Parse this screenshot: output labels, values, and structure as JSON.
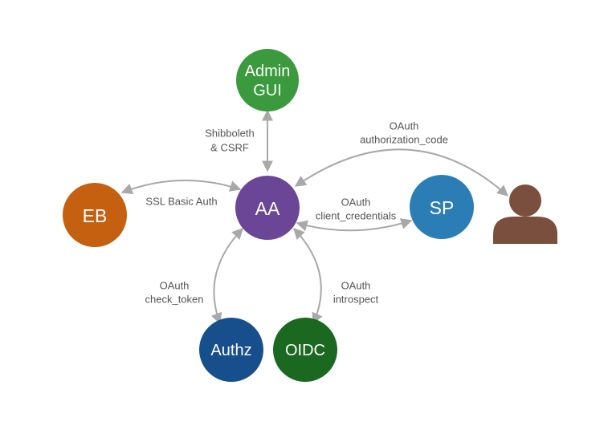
{
  "colors": {
    "edge": "#a8a8a8",
    "edge_label": "#555555",
    "node_admin": "#3a9a3d",
    "node_aa": "#6c4696",
    "node_eb": "#c4600f",
    "node_sp": "#2b7db5",
    "node_authz": "#174f8c",
    "node_oidc": "#1b6820",
    "user": "#7a4f3e"
  },
  "nodes": {
    "admin": {
      "line1": "Admin",
      "line2": "GUI",
      "icon": "circle"
    },
    "aa": {
      "label": "AA",
      "icon": "circle"
    },
    "eb": {
      "label": "EB",
      "icon": "circle"
    },
    "sp": {
      "label": "SP",
      "icon": "circle"
    },
    "authz": {
      "label": "Authz",
      "icon": "circle"
    },
    "oidc": {
      "label": "OIDC",
      "icon": "circle"
    },
    "user": {
      "icon": "user-icon"
    }
  },
  "edges": {
    "admin_aa": {
      "line1": "Shibboleth",
      "line2": "& CSRF"
    },
    "eb_aa": {
      "line1": "SSL Basic Auth"
    },
    "user_aa": {
      "line1": "OAuth",
      "line2": "authorization_code"
    },
    "sp_aa": {
      "line1": "OAuth",
      "line2": "client_credentials"
    },
    "authz_aa": {
      "line1": "OAuth",
      "line2": "check_token"
    },
    "oidc_aa": {
      "line1": "OAuth",
      "line2": "introspect"
    }
  }
}
